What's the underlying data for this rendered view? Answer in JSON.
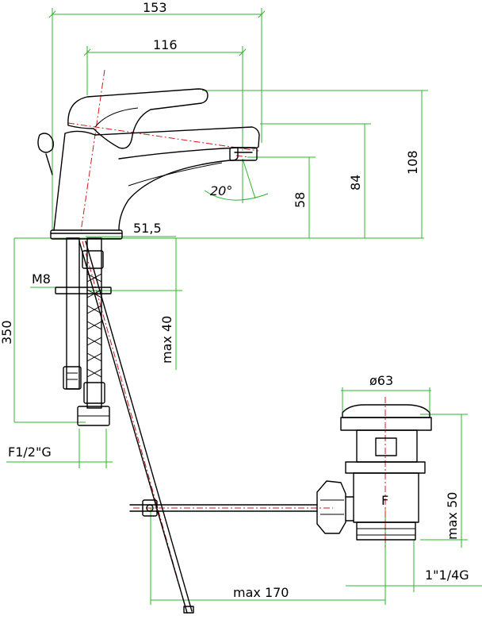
{
  "dimensions": {
    "overall_width": "153",
    "spout_reach": "116",
    "height_total": "108",
    "height_spout": "84",
    "height_outlet": "58",
    "spout_angle": "20°",
    "base_offset": "51,5",
    "stud_thread": "M8",
    "hose_length": "350",
    "max_deck": "max 40",
    "hose_connection": "F1/2\"G",
    "waste_diameter": "ø63",
    "waste_height": "max 50",
    "waste_thread": "1\"1/4G",
    "rod_length": "max 170"
  },
  "colors": {
    "object_lines": "#000000",
    "dimension_lines": "#2cb52c",
    "center_lines": "#d01818"
  }
}
